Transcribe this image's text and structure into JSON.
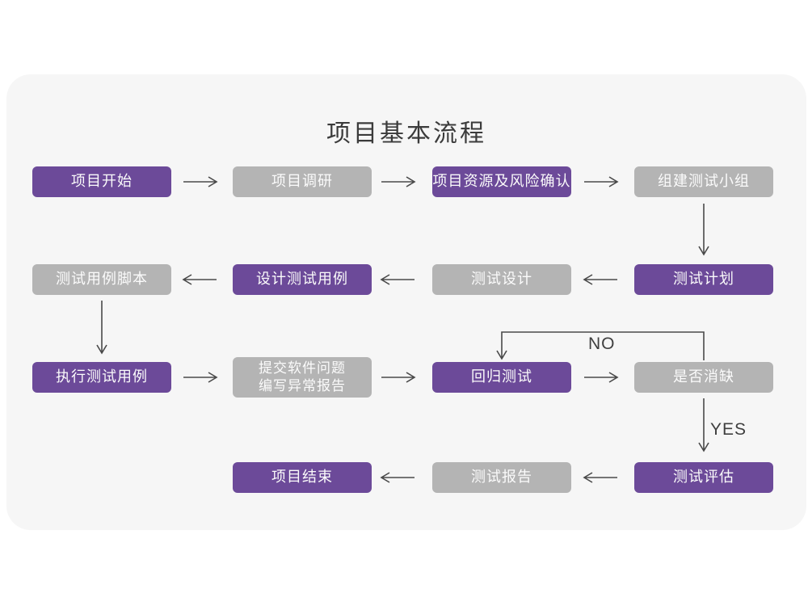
{
  "title": "项目基本流程",
  "flowchart": {
    "nodes": [
      {
        "id": "project-start",
        "label": "项目开始",
        "variant": "purple",
        "col": 1,
        "row": 1
      },
      {
        "id": "project-research",
        "label": "项目调研",
        "variant": "gray",
        "col": 2,
        "row": 1
      },
      {
        "id": "resource-risk-confirm",
        "label": "项目资源及风险确认",
        "variant": "purple",
        "col": 3,
        "row": 1
      },
      {
        "id": "build-test-team",
        "label": "组建测试小组",
        "variant": "gray",
        "col": 4,
        "row": 1
      },
      {
        "id": "test-case-script",
        "label": "测试用例脚本",
        "variant": "gray",
        "col": 1,
        "row": 2
      },
      {
        "id": "design-test-case",
        "label": "设计测试用例",
        "variant": "purple",
        "col": 2,
        "row": 2
      },
      {
        "id": "test-design",
        "label": "测试设计",
        "variant": "gray",
        "col": 3,
        "row": 2
      },
      {
        "id": "test-plan",
        "label": "测试计划",
        "variant": "purple",
        "col": 4,
        "row": 2
      },
      {
        "id": "execute-test-case",
        "label": "执行测试用例",
        "variant": "purple",
        "col": 1,
        "row": 3
      },
      {
        "id": "submit-issue-report",
        "label": "提交软件问题\n编写异常报告",
        "variant": "gray",
        "col": 2,
        "row": 3,
        "tall": true
      },
      {
        "id": "regression-test",
        "label": "回归测试",
        "variant": "purple",
        "col": 3,
        "row": 3
      },
      {
        "id": "defect-cleared",
        "label": "是否消缺",
        "variant": "gray",
        "col": 4,
        "row": 3
      },
      {
        "id": "project-end",
        "label": "项目结束",
        "variant": "purple",
        "col": 2,
        "row": 4
      },
      {
        "id": "test-report",
        "label": "测试报告",
        "variant": "gray",
        "col": 3,
        "row": 4
      },
      {
        "id": "test-evaluation",
        "label": "测试评估",
        "variant": "purple",
        "col": 4,
        "row": 4
      }
    ],
    "decision_labels": {
      "no": "NO",
      "yes": "YES"
    }
  },
  "colors": {
    "purple": "#6c4a99",
    "gray": "#b4b4b4",
    "card_bg": "#f6f6f6",
    "arrow": "#4a4a4a",
    "node_text": "#fbfbfb",
    "title_text": "#3b3b3b"
  }
}
